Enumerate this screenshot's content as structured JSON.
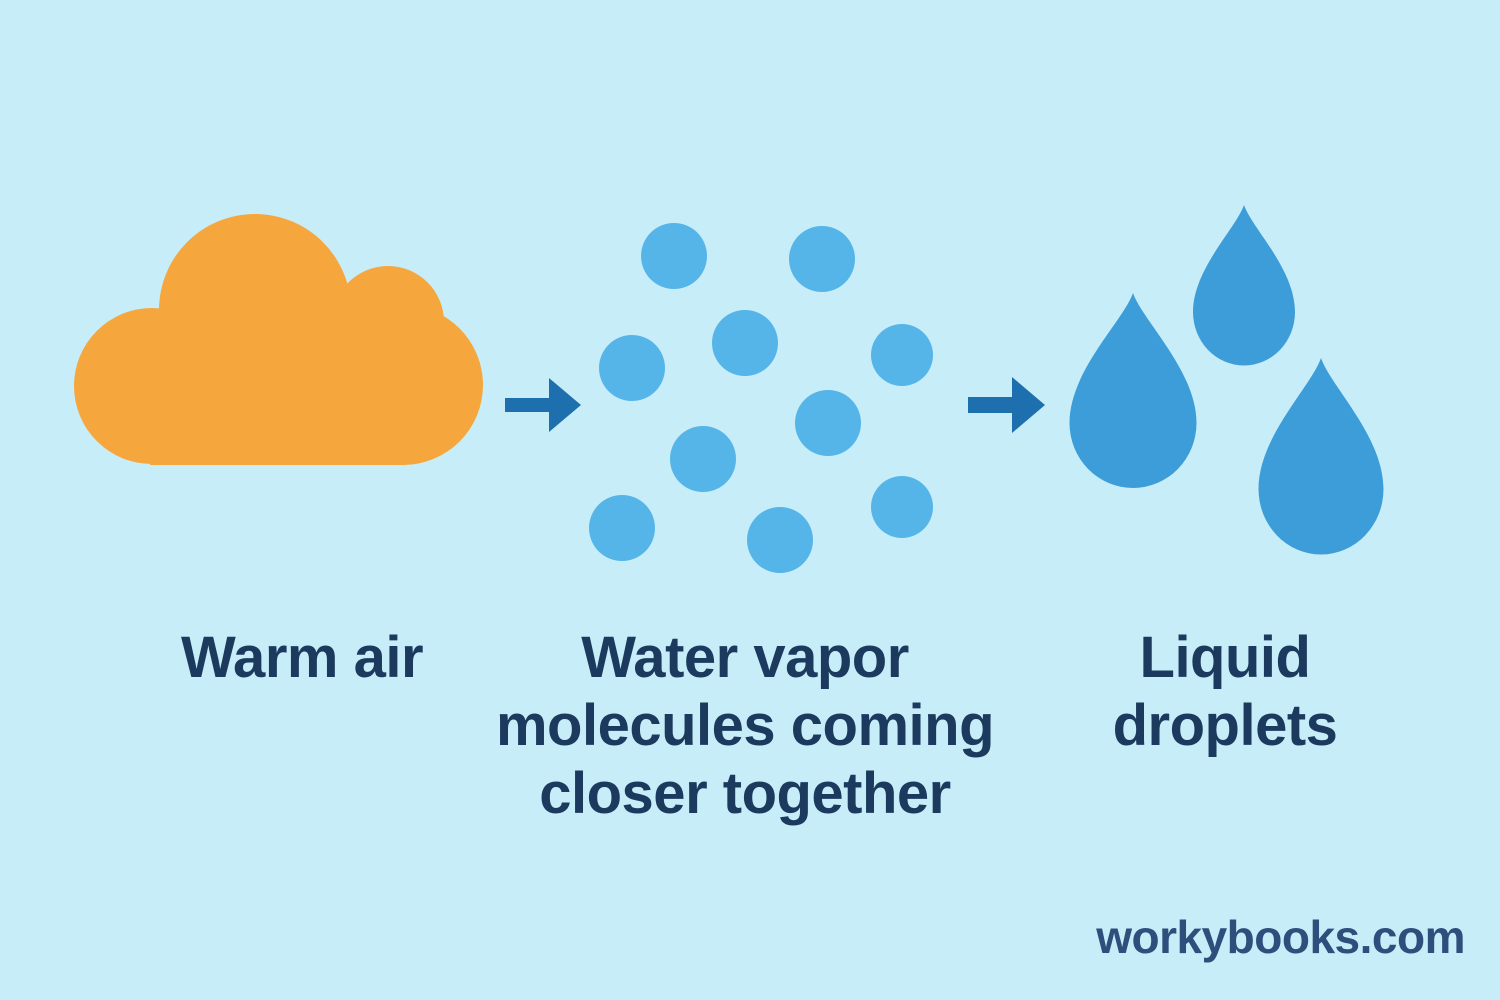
{
  "title": "Condensation process diagram",
  "colors": {
    "background": "#C7EDF9",
    "cloud": "#F5A73E",
    "molecule": "#55B5E8",
    "droplet": "#3D9DD8",
    "arrow": "#1E6FAE",
    "label_text": "#1B3A5E",
    "watermark_text": "#2E4E7C"
  },
  "icons": {
    "step1": "cloud-icon",
    "between": "arrow-right-icon",
    "step2": "water-vapor-molecules-icon",
    "step3": "water-droplets-icon"
  },
  "steps": [
    {
      "name": "warm-air",
      "label_lines": [
        "Warm air"
      ]
    },
    {
      "name": "water-vapor",
      "label_lines": [
        "Water vapor",
        "molecules coming",
        "closer together"
      ]
    },
    {
      "name": "liquid-droplets",
      "label_lines": [
        "Liquid",
        "droplets"
      ]
    }
  ],
  "watermark": "workybooks.com"
}
